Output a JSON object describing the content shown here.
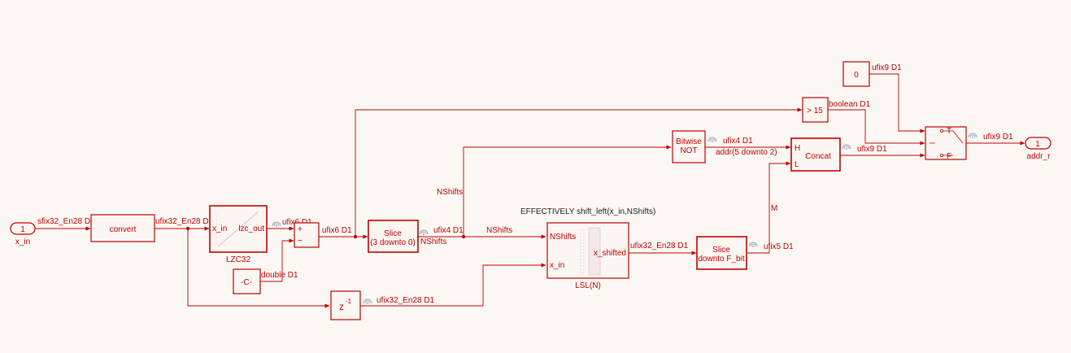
{
  "blocks": {
    "x_in": {
      "num": "1",
      "name": "x_in"
    },
    "convert": {
      "label": "convert"
    },
    "lzc": {
      "in": "x_in",
      "out": "lzc_out",
      "name": "LZC32"
    },
    "sum": {
      "plus": "+",
      "minus": "−"
    },
    "constC": {
      "label": "-C-"
    },
    "slice1": {
      "line1": "Slice",
      "line2": "(3 downto 0)"
    },
    "delay": {
      "z": "z",
      "exp": "-1"
    },
    "cmp": {
      "label": "> 15"
    },
    "const0": {
      "label": "0"
    },
    "bitnot": {
      "line1": "Bitwise",
      "line2": "NOT"
    },
    "concat": {
      "label": "Concat",
      "H": "H",
      "L": "L"
    },
    "lsl": {
      "in1": "NShifts",
      "in2": "x_in",
      "out": "x_shifted",
      "name": "LSL(N)"
    },
    "slice2": {
      "line1": "Slice",
      "line2": "downto F_bit"
    },
    "switch": {
      "T": "T",
      "F": "F"
    },
    "addr_r": {
      "num": "1",
      "name": "addr_r"
    }
  },
  "annotation": "EFFECTIVELY shift_left(x_in,NShifts)",
  "signals": {
    "s_xin": "sfix32_En28 D1",
    "s_conv": "ufix32_En28 D1",
    "s_lzc": "ufix6 D1",
    "s_sum": "ufix6 D1",
    "s_double": "double D1",
    "s_slice1": "ufix4 D1",
    "s_nshifts_out": "NShifts",
    "s_nshifts_top": "NShifts",
    "s_nshifts_mid": "NShifts",
    "s_delay": "ufix32_En28 D1",
    "s_lsl": "ufix32_En28 D1",
    "s_slice2": "ufix5 D1",
    "s_M": "M",
    "s_bool": "boolean D1",
    "s_not": "ufix4 D1",
    "s_addr": "addr(5 downto 2)",
    "s_concat": "ufix9 D1",
    "s_const0": "ufix9 D1",
    "s_switch": "ufix9 D1"
  },
  "colors": {
    "block": "#c00000",
    "background": "#fbf8f4",
    "signal_icon": "#9aa7b5"
  }
}
